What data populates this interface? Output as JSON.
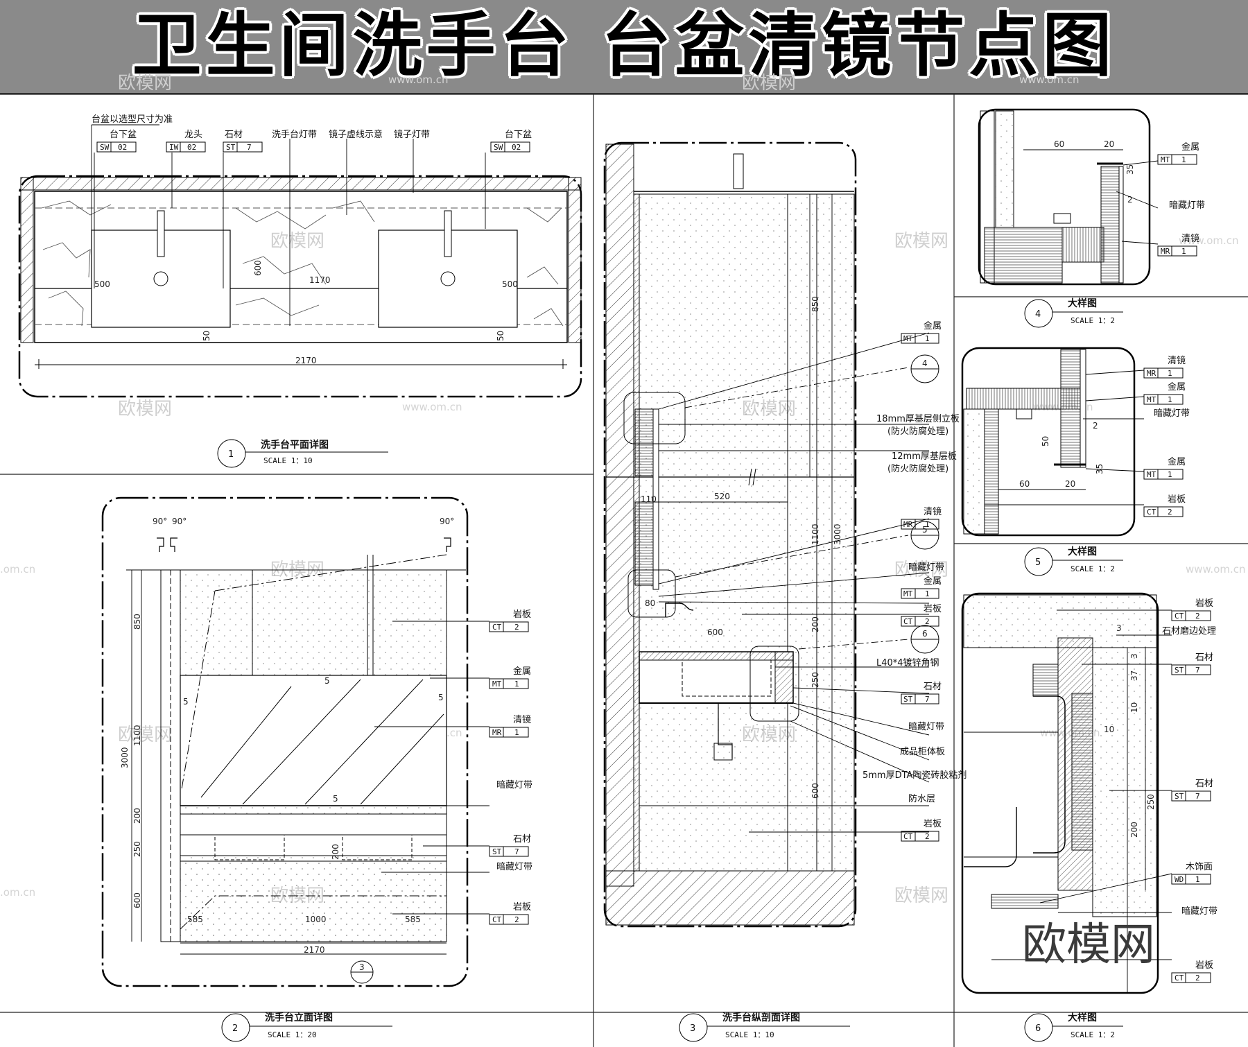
{
  "title": "卫生间洗手台 台盆清镜节点图",
  "watermark": {
    "main": "欧模网",
    "site": "www.om.cn",
    "site_short": ".om.cn",
    "big": "欧模网"
  },
  "panels": {
    "p1": {
      "num": "1",
      "title": "洗手台平面详图",
      "scale": "SCALE 1：10",
      "note": "台盆以选型尺寸为准",
      "callouts": [
        {
          "text": "台下盆",
          "code1": "SW",
          "code2": "02"
        },
        {
          "text": "龙头",
          "code1": "IW",
          "code2": "02"
        },
        {
          "text": "石材",
          "code1": "ST",
          "code2": "7"
        },
        {
          "text": "洗手台灯带"
        },
        {
          "text": "镜子虚线示意"
        },
        {
          "text": "镜子灯带"
        },
        {
          "text": "台下盆",
          "code1": "SW",
          "code2": "02"
        }
      ],
      "dims": {
        "d500a": "500",
        "d500b": "500",
        "d600": "600",
        "d1170": "1170",
        "d50a": "50",
        "d50b": "50",
        "d2170": "2170"
      }
    },
    "p2": {
      "num": "2",
      "title": "洗手台立面详图",
      "scale": "SCALE 1：20",
      "angles": [
        "90°",
        "90°",
        "90°"
      ],
      "callouts": [
        {
          "text": "岩板",
          "code1": "CT",
          "code2": "2"
        },
        {
          "text": "金属",
          "code1": "MT",
          "code2": "1"
        },
        {
          "text": "清镜",
          "code1": "MR",
          "code2": "1"
        },
        {
          "text": "暗藏灯带"
        },
        {
          "text": "石材",
          "code1": "ST",
          "code2": "7"
        },
        {
          "text": "暗藏灯带"
        },
        {
          "text": "岩板",
          "code1": "CT",
          "code2": "2"
        }
      ],
      "dims": {
        "v850": "850",
        "v1100": "1100",
        "v3000": "3000",
        "v200": "200",
        "v250": "250",
        "v600": "600",
        "v200b": "200",
        "h585a": "585",
        "h1000": "1000",
        "h585b": "585",
        "h2170": "2170",
        "s5a": "5",
        "s5b": "5",
        "s5c": "5",
        "s5d": "5"
      },
      "ref": "3"
    },
    "p3": {
      "num": "3",
      "title": "洗手台纵剖面详图",
      "scale": "SCALE 1：10",
      "refs": [
        "4",
        "5",
        "6"
      ],
      "callouts": [
        {
          "text": "金属",
          "code1": "MT",
          "code2": "1"
        },
        {
          "text": "18mm厚基层侧立板",
          "text2": "(防火防腐处理)"
        },
        {
          "text": "12mm厚基层板",
          "text2": "(防火防腐处理)"
        },
        {
          "text": "清镜",
          "code1": "MR",
          "code2": "1"
        },
        {
          "text": "暗藏灯带"
        },
        {
          "text": "金属",
          "code1": "MT",
          "code2": "1"
        },
        {
          "text": "岩板",
          "code1": "CT",
          "code2": "2"
        },
        {
          "text": "L40*4镀锌角钢"
        },
        {
          "text": "石材",
          "code1": "ST",
          "code2": "7"
        },
        {
          "text": "暗藏灯带"
        },
        {
          "text": "成品柜体板"
        },
        {
          "text": "5mm厚DTA陶瓷砖胶粘剂"
        },
        {
          "text": "防水层"
        },
        {
          "text": "岩板",
          "code1": "CT",
          "code2": "2"
        }
      ],
      "dims": {
        "v850": "850",
        "v1100": "1100",
        "v3000": "3000",
        "v200": "200",
        "v250": "250",
        "v600": "600",
        "h110": "110",
        "h520": "520",
        "h80": "80",
        "h600": "600"
      }
    },
    "p4": {
      "num": "4",
      "title": "大样图",
      "scale": "SCALE 1：2",
      "callouts": [
        {
          "text": "金属",
          "code1": "MT",
          "code2": "1"
        },
        {
          "text": "暗藏灯带"
        },
        {
          "text": "清镜",
          "code1": "MR",
          "code2": "1"
        }
      ],
      "dims": {
        "d60": "60",
        "d20": "20",
        "d35": "35",
        "d2": "2"
      }
    },
    "p5": {
      "num": "5",
      "title": "大样图",
      "scale": "SCALE 1：2",
      "callouts": [
        {
          "text": "清镜",
          "code1": "MR",
          "code2": "1"
        },
        {
          "text": "金属",
          "code1": "MT",
          "code2": "1"
        },
        {
          "text": "暗藏灯带"
        },
        {
          "text": "金属",
          "code1": "MT",
          "code2": "1"
        },
        {
          "text": "岩板",
          "code1": "CT",
          "code2": "2"
        }
      ],
      "dims": {
        "d50": "50",
        "d2": "2",
        "d60": "60",
        "d20": "20",
        "d35": "35"
      }
    },
    "p6": {
      "num": "6",
      "title": "大样图",
      "scale": "SCALE 1：2",
      "callouts": [
        {
          "text": "岩板",
          "code1": "CT",
          "code2": "2"
        },
        {
          "text": "石材磨边处理"
        },
        {
          "text": "石材",
          "code1": "ST",
          "code2": "7"
        },
        {
          "text": "石材",
          "code1": "ST",
          "code2": "7"
        },
        {
          "text": "木饰面",
          "code1": "WD",
          "code2": "1"
        },
        {
          "text": "暗藏灯带"
        },
        {
          "text": "岩板",
          "code1": "CT",
          "code2": "2"
        }
      ],
      "dims": {
        "d3a": "3",
        "d3b": "3",
        "d37": "37",
        "d10a": "10",
        "d10b": "10",
        "d250": "250",
        "d200": "200"
      }
    }
  }
}
